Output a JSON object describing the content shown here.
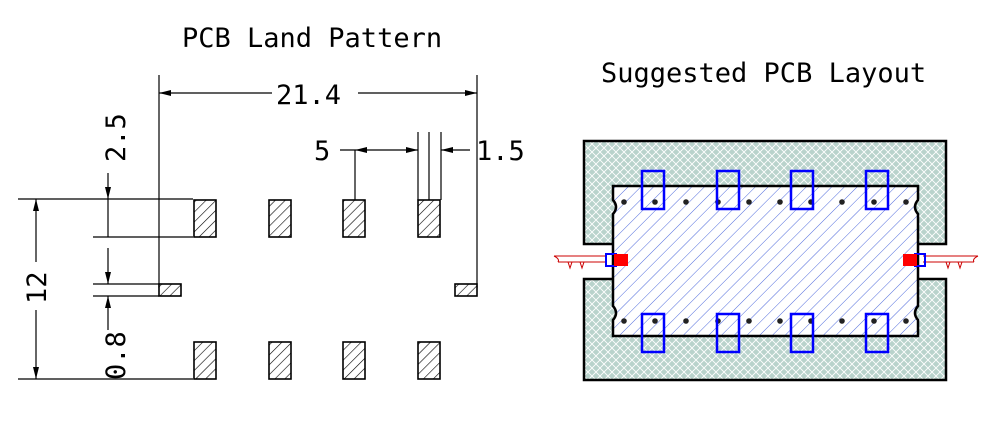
{
  "left_diagram": {
    "title": "PCB Land Pattern",
    "dims": {
      "overall_width": "21.4",
      "pad_pitch": "5",
      "pad_width": "1.5",
      "pad_length": "2.5",
      "overall_height": "12",
      "small_pad_height": "0.8"
    }
  },
  "right_diagram": {
    "title": "Suggested PCB Layout"
  },
  "colors": {
    "line": "#000000",
    "pad_hatch": "#000000",
    "ground_fill": "#b9d3cc",
    "ground_hatch": "#ffffff",
    "body_hatch": "#3c5ad8",
    "pad_outline": "#0000ff",
    "signal_pad": "#ff0000",
    "trace": "#cc0000"
  }
}
